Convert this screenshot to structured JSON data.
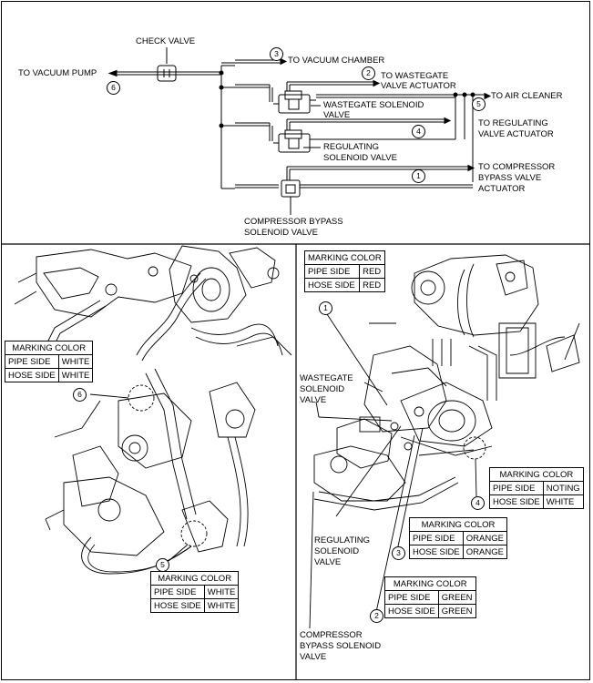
{
  "top_diagram": {
    "check_valve": "CHECK VALVE",
    "to_vacuum_pump": "TO VACUUM PUMP",
    "to_vacuum_chamber": "TO VACUUM CHAMBER",
    "to_wastegate_l1": "TO WASTEGATE",
    "to_wastegate_l2": "VALVE ACTUATOR",
    "to_air_cleaner": "TO AIR CLEANER",
    "wastegate_sol_l1": "WASTEGATE SOLENOID",
    "wastegate_sol_l2": "VALVE",
    "to_regulating_l1": "TO REGULATING",
    "to_regulating_l2": "VALVE ACTUATOR",
    "regulating_sol_l1": "REGULATING",
    "regulating_sol_l2": "SOLENOID VALVE",
    "to_compressor_l1": "TO COMPRESSOR",
    "to_compressor_l2": "BYPASS VALVE",
    "to_compressor_l3": "ACTUATOR",
    "compressor_sol_l1": "COMPRESSOR BYPASS",
    "compressor_sol_l2": "SOLENOID VALVE",
    "n1": "1",
    "n2": "2",
    "n3": "3",
    "n4": "4",
    "n5": "5",
    "n6": "6"
  },
  "left_panel": {
    "table_6": {
      "header": "MARKING COLOR",
      "pipe_label": "PIPE SIDE",
      "pipe_value": "WHITE",
      "hose_label": "HOSE SIDE",
      "hose_value": "WHITE"
    },
    "table_5": {
      "header": "MARKING COLOR",
      "pipe_label": "PIPE SIDE",
      "pipe_value": "WHITE",
      "hose_label": "HOSE SIDE",
      "hose_value": "WHITE"
    },
    "n6": "6",
    "n5": "5"
  },
  "right_panel": {
    "table_1": {
      "header": "MARKING COLOR",
      "pipe_label": "PIPE SIDE",
      "pipe_value": "RED",
      "hose_label": "HOSE SIDE",
      "hose_value": "RED"
    },
    "table_4": {
      "header": "MARKING COLOR",
      "pipe_label": "PIPE SIDE",
      "pipe_value": "NOTING",
      "hose_label": "HOSE SIDE",
      "hose_value": "WHITE"
    },
    "table_3": {
      "header": "MARKING COLOR",
      "pipe_label": "PIPE SIDE",
      "pipe_value": "ORANGE",
      "hose_label": "HOSE SIDE",
      "hose_value": "ORANGE"
    },
    "table_2": {
      "header": "MARKING COLOR",
      "pipe_label": "PIPE SIDE",
      "pipe_value": "GREEN",
      "hose_label": "HOSE SIDE",
      "hose_value": "GREEN"
    },
    "wastegate_l1": "WASTEGATE",
    "wastegate_l2": "SOLENOID",
    "wastegate_l3": "VALVE",
    "regulating_l1": "REGULATING",
    "regulating_l2": "SOLENOID",
    "regulating_l3": "VALVE",
    "compressor_l1": "COMPRESSOR",
    "compressor_l2": "BYPASS SOLENOID",
    "compressor_l3": "VALVE",
    "n1": "1",
    "n2": "2",
    "n3": "3",
    "n4": "4"
  }
}
